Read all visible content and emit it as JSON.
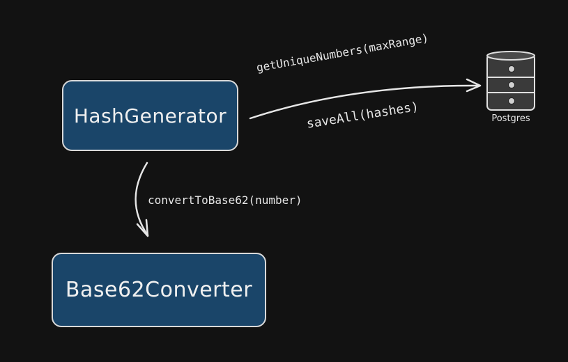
{
  "nodes": {
    "hash_generator": "HashGenerator",
    "base62_converter": "Base62Converter"
  },
  "edges": {
    "get_unique_numbers": "getUniqueNumbers(maxRange)",
    "save_all": "saveAll(hashes)",
    "convert_to_base62": "convertToBase62(number)"
  },
  "database": {
    "label": "Postgres",
    "icon": "database-icon"
  },
  "colors": {
    "background": "#121212",
    "node_fill": "#1a4569",
    "stroke": "#d9d9d9"
  }
}
